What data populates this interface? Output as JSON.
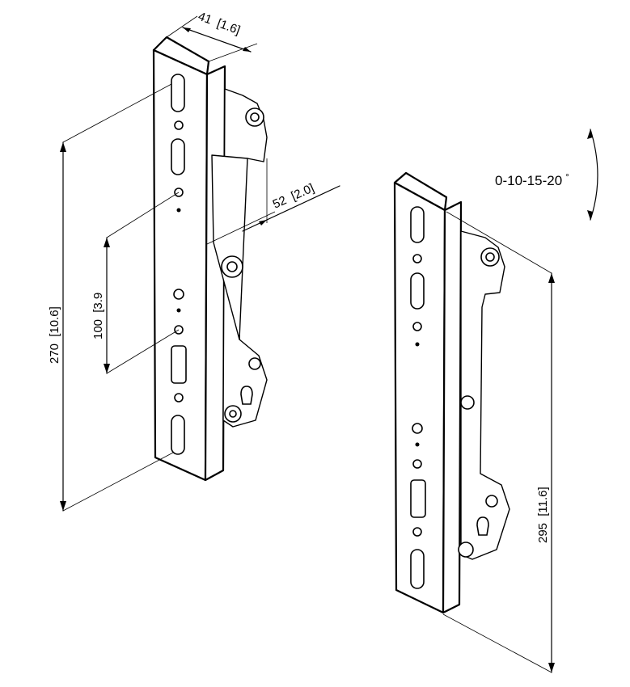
{
  "dimensions": {
    "width_top": {
      "value": "41",
      "inch": "1.6"
    },
    "offset": {
      "value": "52",
      "inch": "2.0"
    },
    "hole_spacing": {
      "value": "100",
      "inch": "3.9"
    },
    "height_left": {
      "value": "270",
      "inch": "10.6"
    },
    "height_right": {
      "value": "295",
      "inch": "11.6"
    }
  },
  "tilt": {
    "label": "0-10-15-20",
    "unit": "°"
  }
}
